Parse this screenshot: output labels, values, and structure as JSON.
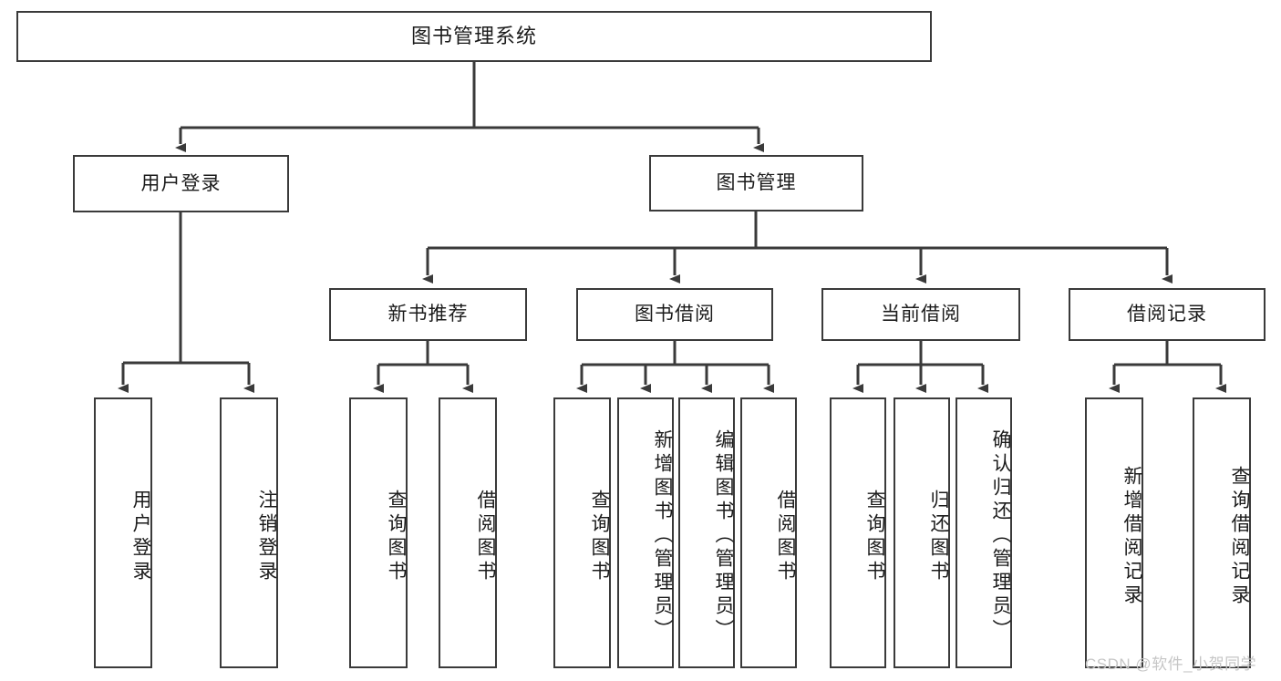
{
  "diagram": {
    "title": "图书管理系统",
    "type": "tree-hierarchy",
    "root": {
      "label": "图书管理系统"
    },
    "level2": [
      {
        "label": "用户登录"
      },
      {
        "label": "图书管理"
      }
    ],
    "level3": [
      {
        "label": "新书推荐"
      },
      {
        "label": "图书借阅"
      },
      {
        "label": "当前借阅"
      },
      {
        "label": "借阅记录"
      }
    ],
    "leaves": [
      {
        "label": "用户登录",
        "parent": "用户登录"
      },
      {
        "label": "注销登录",
        "parent": "用户登录"
      },
      {
        "label": "查询图书",
        "parent": "新书推荐"
      },
      {
        "label": "借阅图书",
        "parent": "新书推荐"
      },
      {
        "label": "查询图书",
        "parent": "图书借阅"
      },
      {
        "label": "新增图书（管理员）",
        "parent": "图书借阅"
      },
      {
        "label": "编辑图书（管理员）",
        "parent": "图书借阅"
      },
      {
        "label": "借阅图书",
        "parent": "图书借阅"
      },
      {
        "label": "查询图书",
        "parent": "当前借阅"
      },
      {
        "label": "归还图书",
        "parent": "当前借阅"
      },
      {
        "label": "确认归还（管理员）",
        "parent": "当前借阅"
      },
      {
        "label": "新增借阅记录",
        "parent": "借阅记录"
      },
      {
        "label": "查询借阅记录",
        "parent": "借阅记录"
      }
    ]
  },
  "watermark": {
    "text": "CSDN @软件_小贺同学"
  },
  "colors": {
    "stroke": "#3a3a3a",
    "fill": "#ffffff",
    "text": "#1b1b1b",
    "watermark": "#c6c6c6"
  }
}
